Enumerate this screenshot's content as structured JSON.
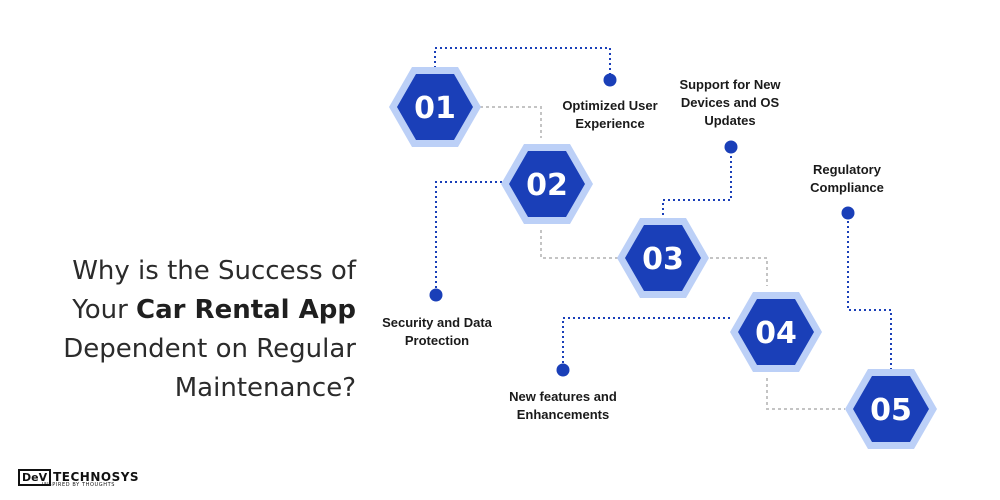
{
  "title": {
    "line1": "Why is the Success of",
    "line2_pre": "Your ",
    "line2_bold": "Car Rental App",
    "line3": "Dependent on Regular",
    "line4": "Maintenance?"
  },
  "steps": [
    {
      "number": "01",
      "label_lines": [
        "Optimized User",
        "Experience"
      ]
    },
    {
      "number": "02",
      "label_lines": [
        "Security and Data",
        "Protection"
      ]
    },
    {
      "number": "03",
      "label_lines": [
        "Support for New",
        "Devices and OS",
        "Updates"
      ]
    },
    {
      "number": "04",
      "label_lines": [
        "New features and",
        "Enhancements"
      ]
    },
    {
      "number": "05",
      "label_lines": [
        "Regulatory",
        "Compliance"
      ]
    }
  ],
  "logo": {
    "box_text": "DeV",
    "main_text": "TECHNOSYS",
    "tagline": "INSPIRED BY THOUGHTS"
  },
  "colors": {
    "hex_inner": "#1a3fb8",
    "hex_outer": "#bcd0f7",
    "dot": "#1a3fb8",
    "dotted_line": "#1a3fb8",
    "gray_line": "#c4c4c4"
  }
}
